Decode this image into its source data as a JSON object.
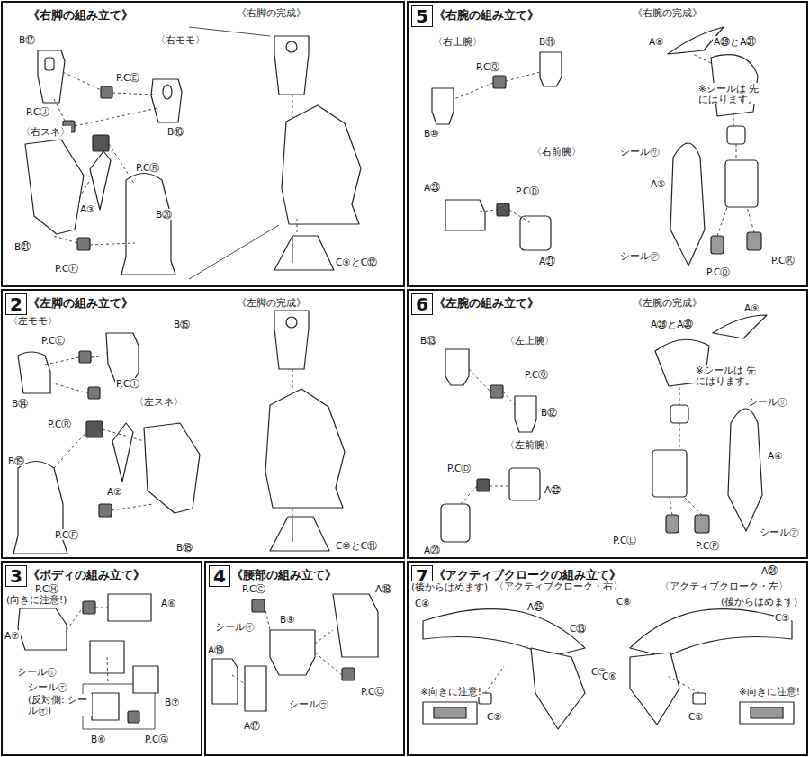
{
  "diagram": {
    "nodes": [
      {
        "text": [
          "《右脚の組み立て》"
        ]
      },
      {
        "text": [
          "5",
          "《右腕の組み立て》"
        ]
      },
      {
        "text": [
          "2",
          "《左脚の組み立て》"
        ]
      },
      {
        "text": [
          "6",
          "《左腕の組み立て》"
        ]
      },
      {
        "text": [
          "3",
          "《ボディの組み立て》"
        ]
      },
      {
        "text": [
          "4",
          "《腰部の組み立て》"
        ]
      },
      {
        "text": [
          "7",
          "《アクティブクロークの組み立て》"
        ]
      }
    ],
    "labels": [
      "《右脚の完成》",
      "B⑰",
      "〈右モモ〉",
      "P.CⒺ",
      "P.CⒿ",
      "B⑯",
      "〈右スネ〉",
      "P.CⓇ",
      "A③",
      "B⑳",
      "B㉑",
      "P.CⒻ",
      "C⑨とC⑫",
      "《右腕の完成》",
      "〈右上腕〉",
      "B⑪",
      "P.CⓆ",
      "B⑩",
      "〈右前腕〉",
      "A㉓",
      "P.CⒹ",
      "A㉑",
      "A⑧",
      "A㉙とA㉛",
      "※シールは 先にはります。",
      "シール㋚",
      "A⑤",
      "シール㋐",
      "P.CⓄ",
      "P.CⓀ",
      "《左脚の完成》",
      "〈左モモ〉",
      "P.CⒺ",
      "B⑮",
      "P.CⒾ",
      "B⑭",
      "〈左スネ〉",
      "P.CⓇ",
      "A②",
      "B⑲",
      "P.CⒻ",
      "B⑱",
      "C⑩とC⑪",
      "〈左上腕〉",
      "B⑬",
      "P.CⓆ",
      "B⑫",
      "〈左前腕〉",
      "P.CⒹ",
      "A㉒",
      "A⑳",
      "《左腕の完成》",
      "A㉘とA㉚",
      "A⑨",
      "※シールは 先にはります。",
      "シール㋚",
      "A④",
      "P.CⓁ",
      "P.CⓅ",
      "シール㋐",
      "P.CⒽ",
      "(向きに注意!)",
      "A⑥",
      "A⑦",
      "シール㋘",
      "シール㋓",
      "(反対側: シール㋔)",
      "B⑦",
      "B⑥",
      "P.CⒼ",
      "P.CⒸ",
      "A⑱",
      "シール㋑",
      "B⑨",
      "A⑲",
      "P.CⒸ",
      "シール㋒",
      "A⑰",
      "〈アクティブクローク・右〉",
      "(後からはめます)",
      "C④",
      "A㉕",
      "C⑬",
      "C⑦",
      "※向きに注意!",
      "C②",
      "〈アクティブクローク・左〉",
      "A㉔",
      "(後からはめます)",
      "C⑧",
      "C③",
      "C⑥",
      "※向きに注意!",
      "C①"
    ]
  }
}
